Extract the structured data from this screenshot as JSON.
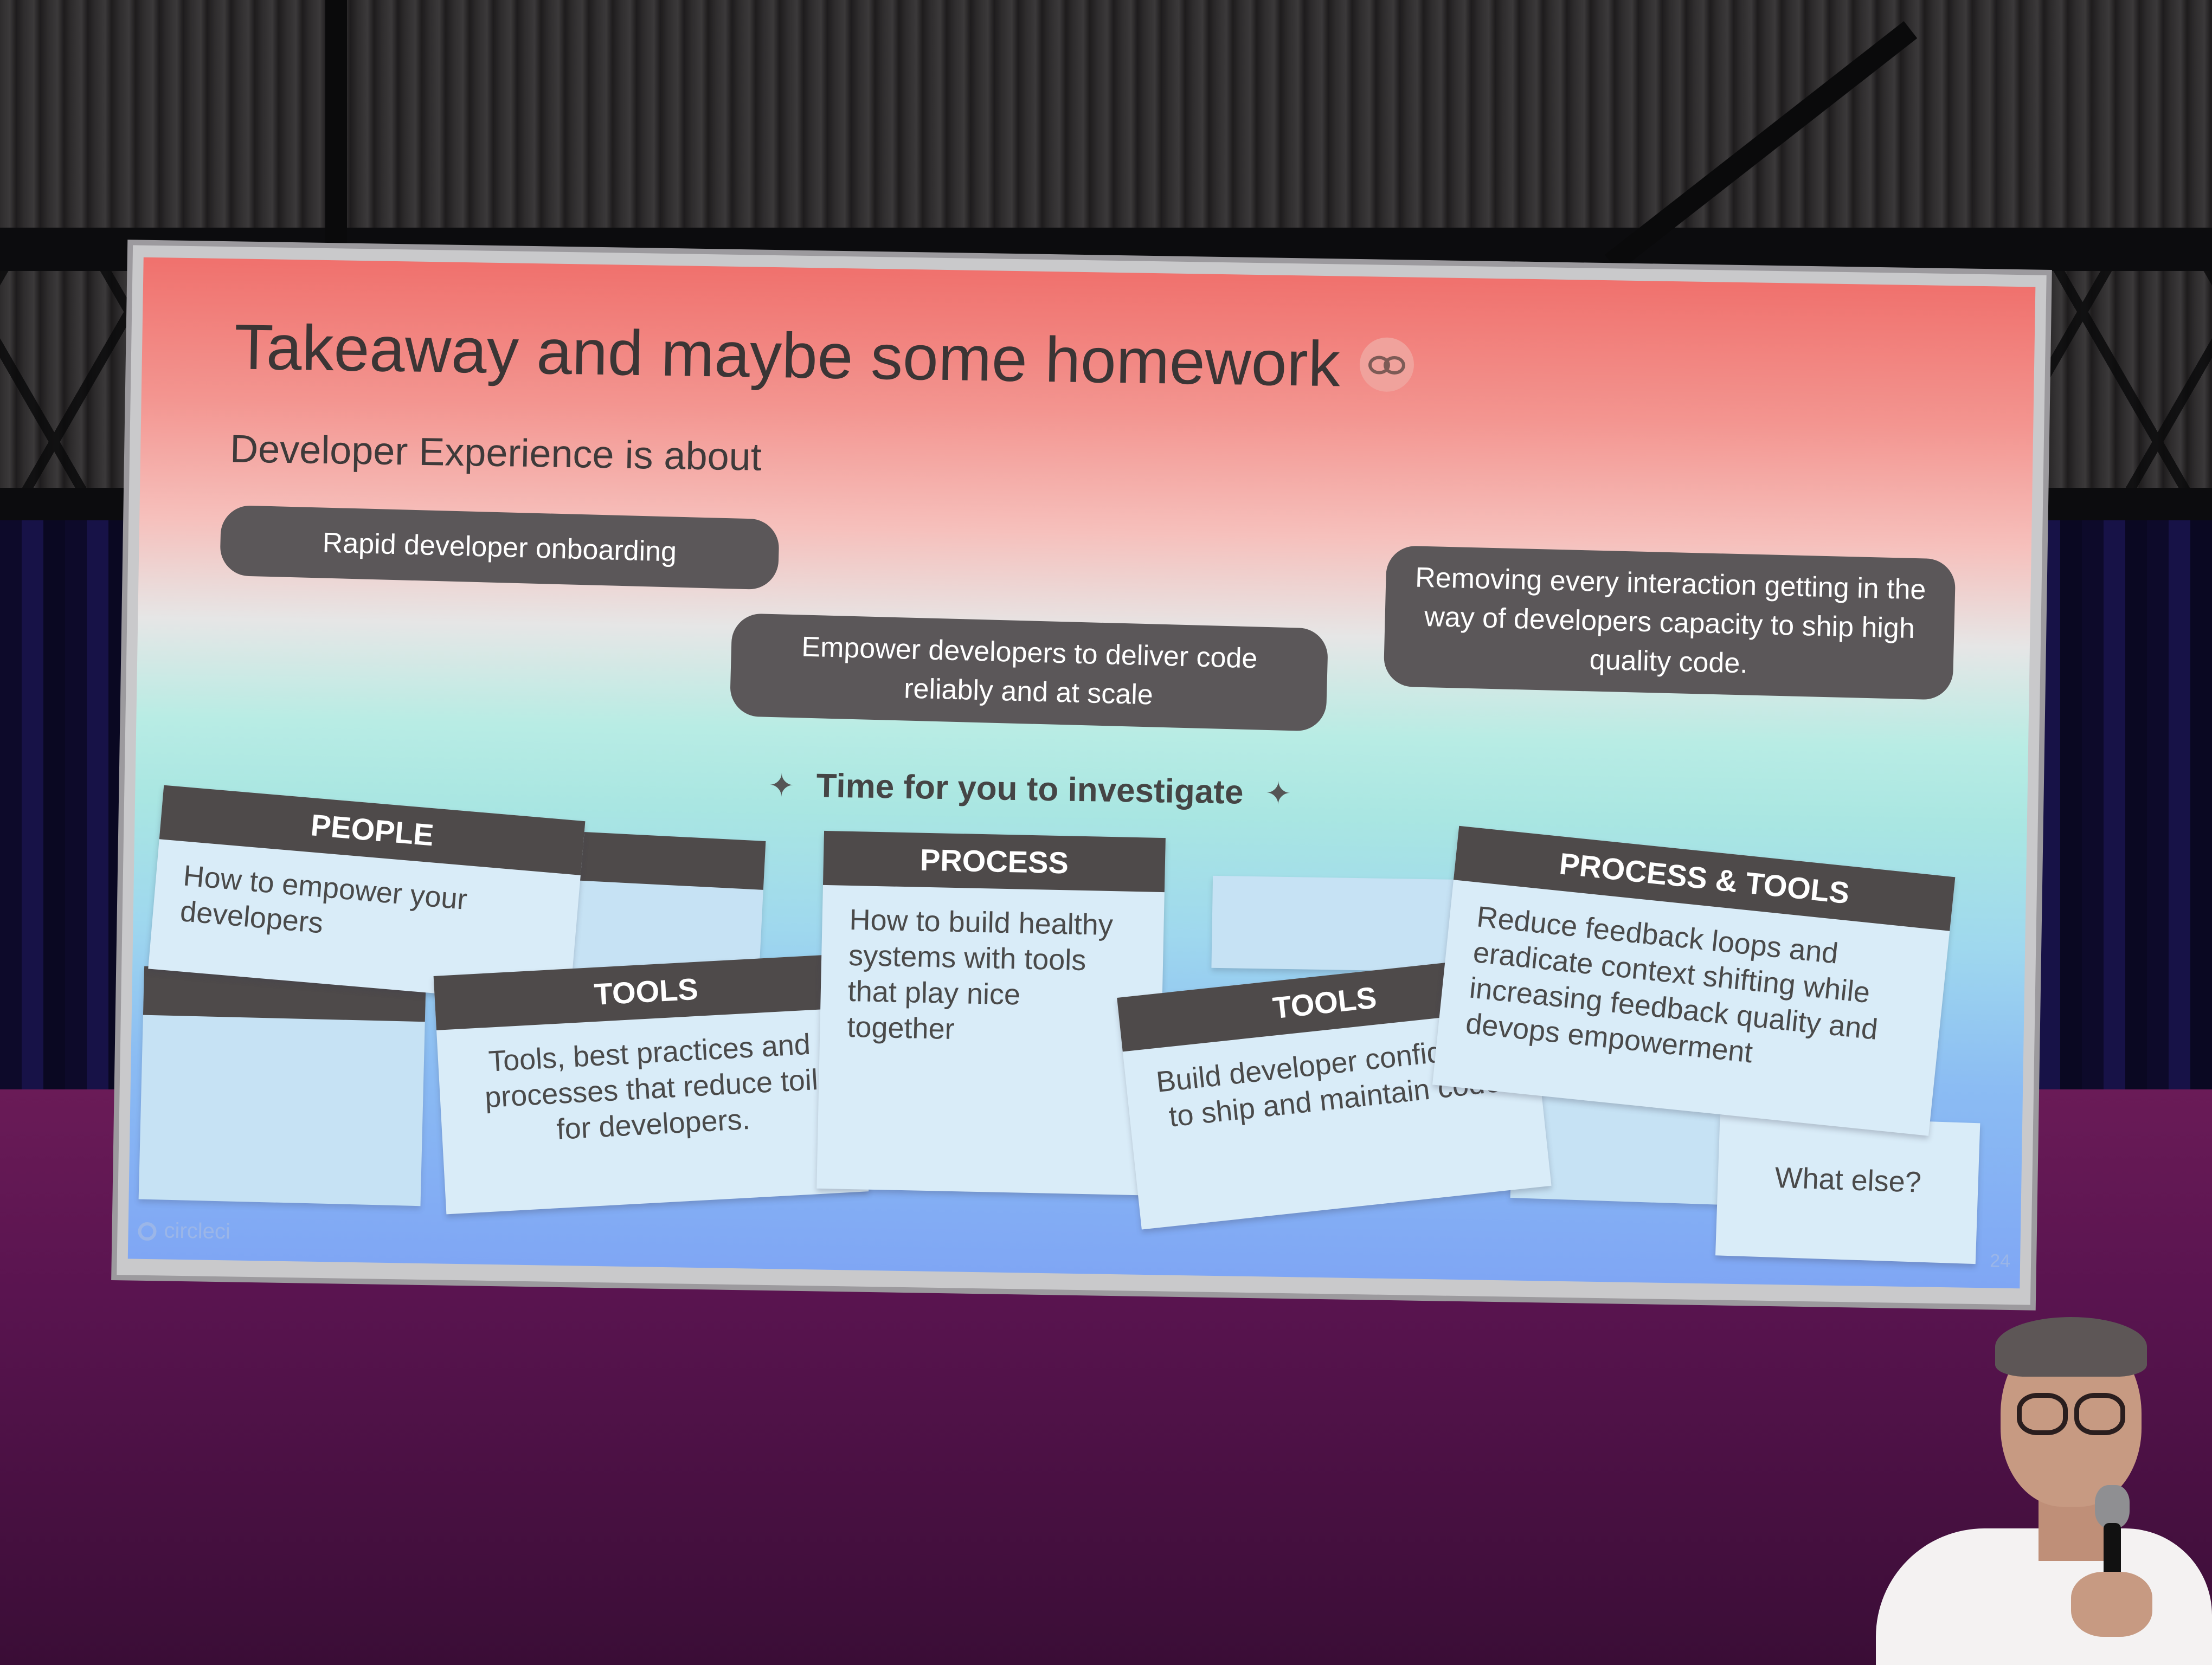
{
  "slide": {
    "title": "Takeaway and maybe some homework",
    "title_emoji": "nerd-face-icon",
    "subtitle": "Developer Experience is about",
    "pills": [
      "Rapid developer onboarding",
      "Empower developers to deliver code reliably and at scale",
      "Removing every interaction getting in the way of developers capacity to ship high quality code."
    ],
    "investigate": "Time for you to investigate",
    "cards": {
      "people": {
        "head": "PEOPLE",
        "body": "How to empower your developers"
      },
      "tools1": {
        "head": "TOOLS",
        "body": "Tools, best practices and processes that reduce toil for developers."
      },
      "process": {
        "head": "PROCESS",
        "body": "How to build healthy systems with tools that play nice together"
      },
      "tools2": {
        "head": "TOOLS",
        "body": "Build developer confidence to ship and maintain code"
      },
      "process_tools": {
        "head": "PROCESS & TOOLS",
        "body": "Reduce feedback loops and eradicate context shifting while increasing feedback quality and devops empowerment"
      },
      "what_else": {
        "body": "What else?"
      }
    },
    "logo": "circleci",
    "page_number": "24"
  },
  "colors": {
    "slide_top": "#f0716d",
    "slide_mid": "#a9e6e2",
    "slide_bottom": "#7fa6f4",
    "pill_bg": "#5b5759",
    "card_head": "#4e4a4a",
    "stage_wall": "#5a1450",
    "curtain": "#171247"
  }
}
